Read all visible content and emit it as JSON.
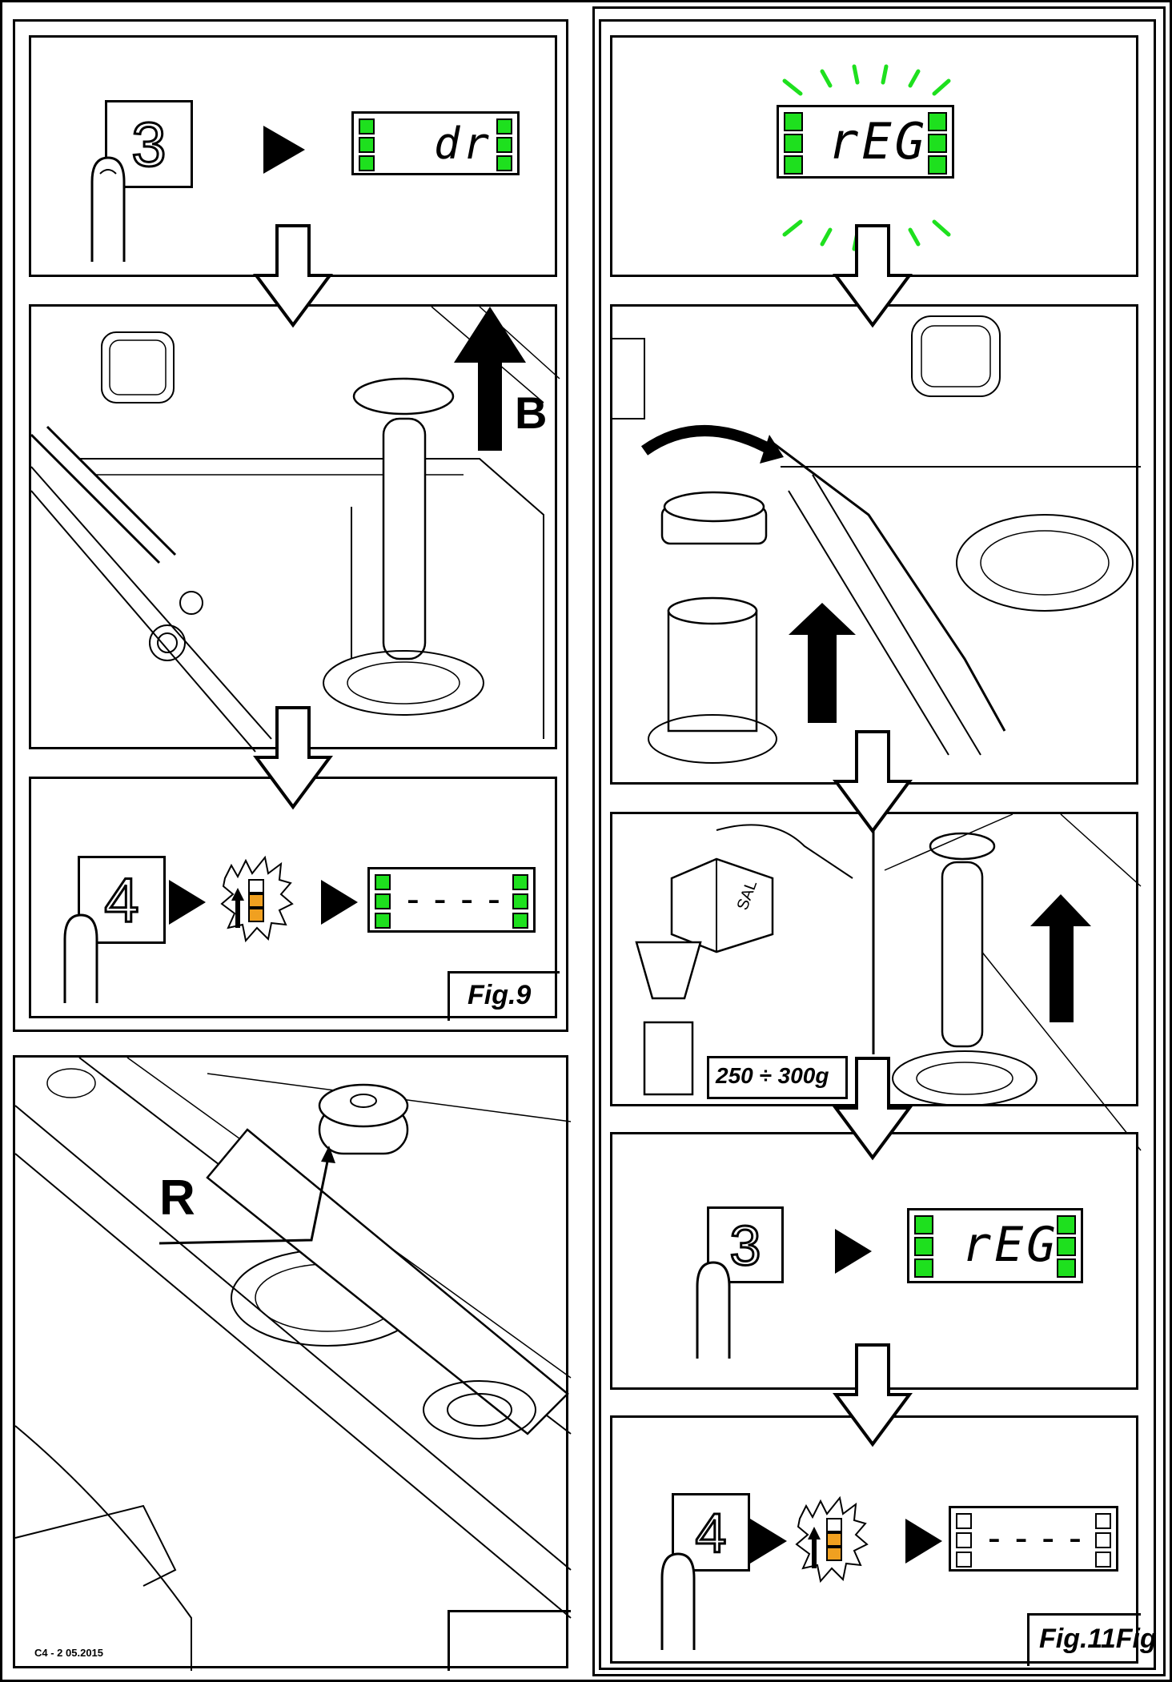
{
  "fig9": {
    "step1": {
      "key_label": "3",
      "display_text": "dr"
    },
    "step3": {
      "key_label": "4",
      "display_text": "----"
    },
    "label": "Fig.9",
    "arrow_letter": "B"
  },
  "fig10": {
    "marker_letter": "R"
  },
  "fig11": {
    "step1": {
      "display_text": "rEG"
    },
    "salt_box_text": "SAL",
    "salt_quantity": "250 ÷ 300g",
    "step4": {
      "key_label": "3",
      "display_text": "rEG"
    },
    "step5": {
      "key_label": "4",
      "display_text": "----"
    },
    "label": "Fig.11Fig"
  },
  "footer": {
    "code": "C4 - 2  05.2015"
  },
  "colors": {
    "led_green": "#1ee01e",
    "led_amber": "#f0a020"
  }
}
